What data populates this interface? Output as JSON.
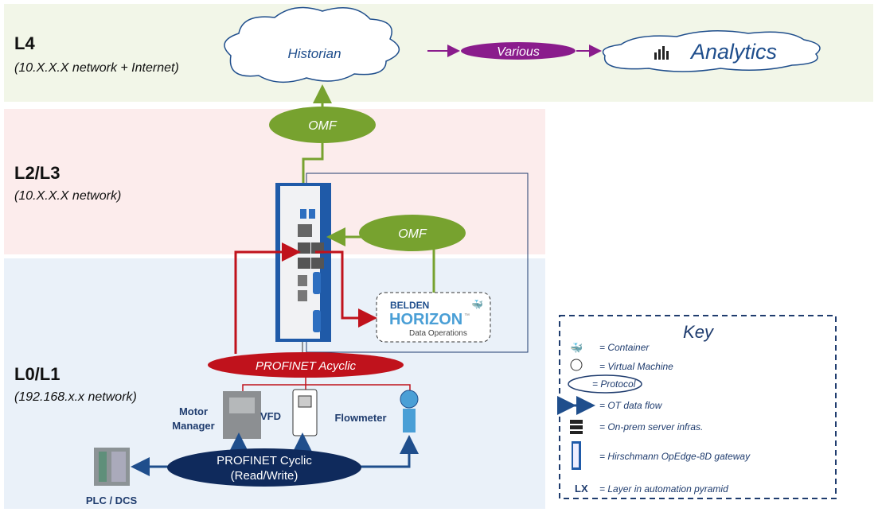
{
  "layers": {
    "l4": {
      "title": "L4",
      "subtitle": "(10.X.X.X network + Internet)"
    },
    "l23": {
      "title": "L2/L3",
      "subtitle": "(10.X.X.X network)"
    },
    "l01": {
      "title": "L0/L1",
      "subtitle": "(192.168.x.x network)"
    }
  },
  "cloud_historian": "Historian",
  "protocol_various": "Various",
  "cloud_analytics": "Analytics",
  "protocol_omf_top": "OMF",
  "protocol_omf_mid": "OMF",
  "protocol_acyclic": "PROFINET Acyclic",
  "protocol_cyclic": [
    "PROFINET Cyclic",
    "(Read/Write)"
  ],
  "horizon": {
    "brand": "BELDEN",
    "product": "HORIZON",
    "tm": "™",
    "tagline": "Data Operations"
  },
  "devices": {
    "motor": [
      "Motor",
      "Manager"
    ],
    "vfd": "VFD",
    "flowmeter": "Flowmeter",
    "plc": "PLC / DCS"
  },
  "key": {
    "title": "Key",
    "items": [
      "= Container",
      "= Virtual Machine",
      "= Protocol",
      "= OT data flow",
      "= On-prem server infras.",
      "= Hirschmann OpEdge-8D gateway",
      "= Layer in automation pyramid"
    ],
    "lx": "LX"
  },
  "colors": {
    "green": "#77a22f",
    "red": "#c0121c",
    "navy": "#0f2a5c",
    "purple": "#8a1c8c",
    "blue": "#1f4e8c"
  }
}
